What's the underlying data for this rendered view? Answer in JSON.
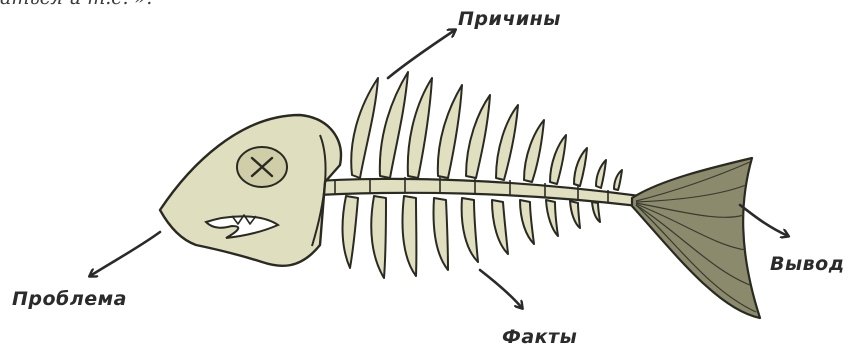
{
  "top_text": "аться и т.е. ».",
  "labels": {
    "causes": "Причины",
    "problem": "Проблема",
    "facts": "Факты",
    "conclusion": "Вывод"
  },
  "colors": {
    "bone": "#e0dfc0",
    "bone_outline": "#2a2a22",
    "tail": "#8b8a6c",
    "arrow": "#2a2a2a"
  },
  "icons": [
    "fish-skeleton-illustration",
    "arrow-icon"
  ]
}
